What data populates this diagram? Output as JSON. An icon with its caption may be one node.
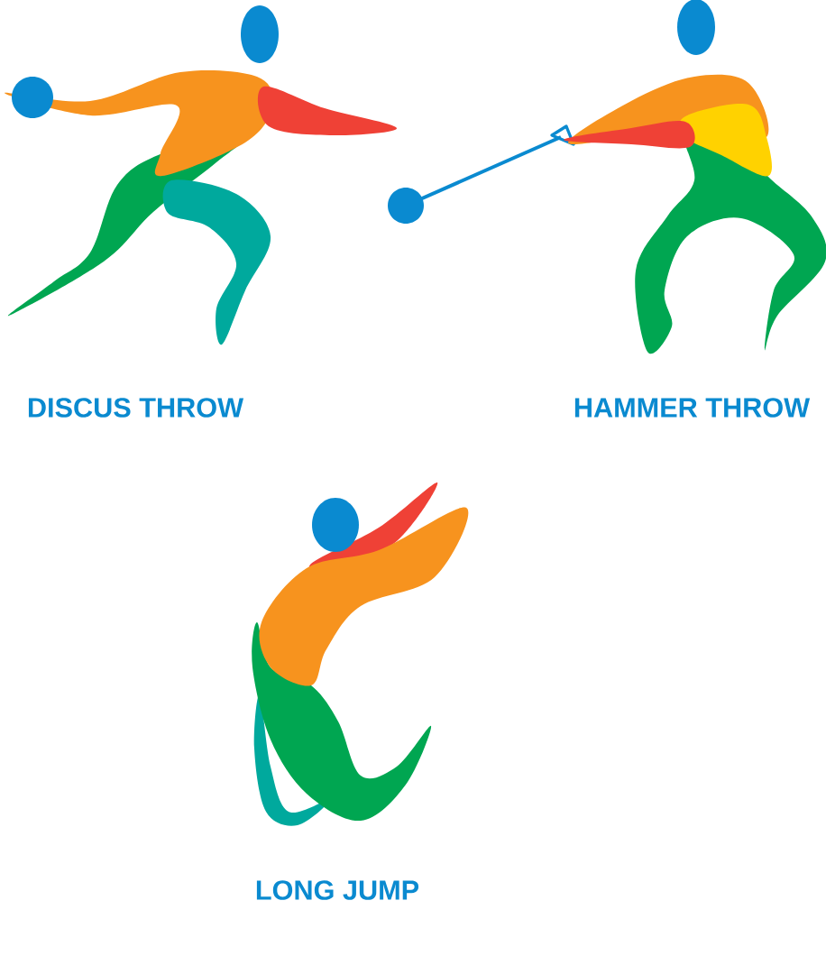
{
  "diagram": {
    "labels": [
      "DISCUS THROW",
      "HAMMER THROW",
      "LONG JUMP"
    ]
  }
}
